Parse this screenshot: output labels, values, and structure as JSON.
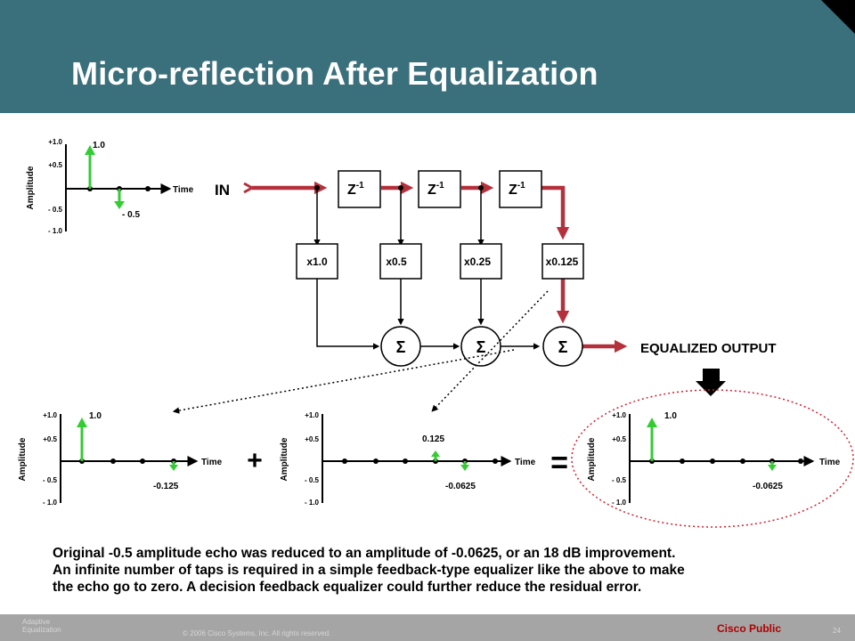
{
  "slide": {
    "title": "Micro-reflection After Equalization",
    "caption": [
      "Original -0.5 amplitude echo was reduced to an amplitude of -0.0625, or an 18 dB improvement.",
      "An infinite number of taps is required in a simple feedback-type equalizer like the above to make",
      "the echo go to zero.  A decision feedback equalizer could further reduce the residual error."
    ],
    "footer": {
      "section": "Adaptive Equalization",
      "copyright": "© 2006 Cisco Systems, Inc. All rights reserved.",
      "classification": "Cisco Public",
      "page": "24"
    }
  },
  "colors": {
    "header": "#3a6f7c",
    "signal": "#b4313c",
    "pos_arrow": "#33cc33",
    "footer": "#a5a5a5"
  },
  "plot_labels": {
    "y_axis": "Amplitude",
    "x_axis": "Time",
    "tick_p1": "+1.0",
    "tick_p05": "+0.5",
    "tick_m05": "- 0.5",
    "tick_m1": "- 1.0"
  },
  "plots": {
    "input": {
      "main": "1.0",
      "echo": "- 0.5"
    },
    "tap1": {
      "main": "1.0",
      "echo": "-0.125"
    },
    "tap2": {
      "main": "0.125",
      "echo": "-0.0625"
    },
    "output": {
      "main": "1.0",
      "echo": "-0.0625"
    }
  },
  "filter": {
    "input_label": "IN",
    "delay_label": "Z",
    "delay_exp": "-1",
    "taps": [
      "x1.0",
      "x0.5",
      "x0.25",
      "x0.125"
    ],
    "summer": "Σ",
    "output_label": "EQUALIZED OUTPUT"
  },
  "operators": {
    "plus": "+",
    "equals": "="
  }
}
